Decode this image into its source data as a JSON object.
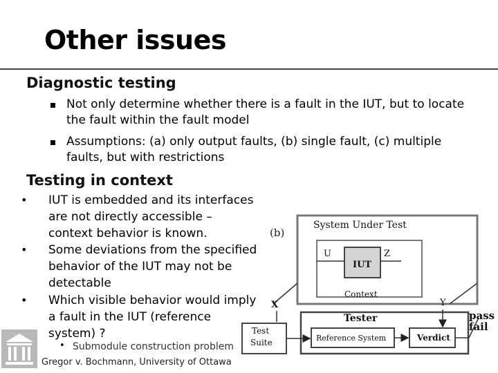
{
  "slide": {
    "title": "Other issues",
    "section1": {
      "heading": "Diagnostic testing",
      "bullets": [
        {
          "line1": "Not only determine whether there is a fault in the IUT, but to locate",
          "line2": "the fault within the fault model"
        },
        {
          "line1": "Assumptions: (a) only output faults, (b) single fault, (c) multiple",
          "line2": "faults, but with restrictions"
        }
      ]
    },
    "section2": {
      "heading": "Testing in context",
      "bullets": [
        {
          "lines": [
            "IUT is embedded and its interfaces",
            "are not directly accessible –",
            "context behavior is known."
          ]
        },
        {
          "lines": [
            "Some deviations from the specified",
            "behavior of the IUT may not be",
            "detectable"
          ]
        },
        {
          "lines": [
            "Which visible behavior would imply",
            "a fault in the IUT (reference",
            "system) ?"
          ]
        }
      ],
      "subbullet": "Submodule construction problem"
    },
    "footer": "Gregor v. Bochmann, University of Ottawa"
  },
  "diagram": {
    "label_b": "(b)",
    "system_under_test": "System Under Test",
    "u": "U",
    "z": "Z",
    "iut": "IUT",
    "context": "Context",
    "x": "X",
    "y": "Y",
    "tester": "Tester",
    "test_suite_line1": "Test",
    "test_suite_line2": "Suite",
    "reference_system": "Reference System",
    "verdict": "Verdict",
    "pass": "pass",
    "fail": "fail"
  }
}
